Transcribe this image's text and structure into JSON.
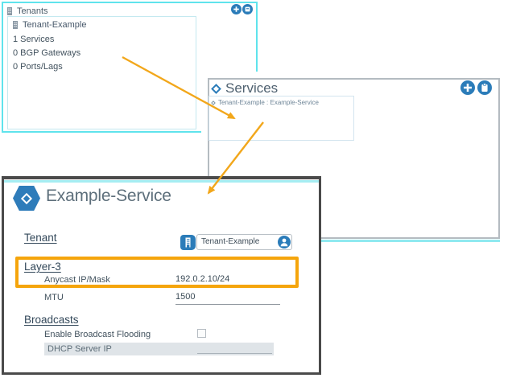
{
  "colors": {
    "accent_cyan": "#5FE3EC",
    "icon_blue": "#2B7CB9",
    "highlight_orange": "#F5A50C",
    "arrow_orange": "#F2A71B",
    "panel_border_gray": "#B4BBC1"
  },
  "tenants_panel": {
    "title": "Tenants",
    "toolbar": {
      "add_icon": "plus-circle",
      "save_icon": "archive-circle"
    },
    "card": {
      "title": "Tenant-Example",
      "stats": [
        "1 Services",
        "0 BGP Gateways",
        "0 Ports/Lags"
      ]
    }
  },
  "services_panel": {
    "title": "Services",
    "toolbar": {
      "add_icon": "plus-circle",
      "paste_icon": "clipboard-circle"
    },
    "item": {
      "label": "Tenant-Example : Example-Service"
    }
  },
  "service_dialog": {
    "title": "Example-Service",
    "tenant_section": {
      "heading": "Tenant",
      "field": {
        "value": "Tenant-Example"
      }
    },
    "layer3_section": {
      "heading": "Layer-3",
      "rows": [
        {
          "label": "Anycast IP/Mask",
          "value": "192.0.2.10/24"
        },
        {
          "label": "MTU",
          "value": "1500"
        }
      ]
    },
    "broadcasts_section": {
      "heading": "Broadcasts",
      "rows": [
        {
          "label": "Enable Broadcast Flooding",
          "type": "checkbox",
          "checked": false
        },
        {
          "label": "DHCP Server IP",
          "value": "",
          "disabled": true
        }
      ]
    }
  }
}
